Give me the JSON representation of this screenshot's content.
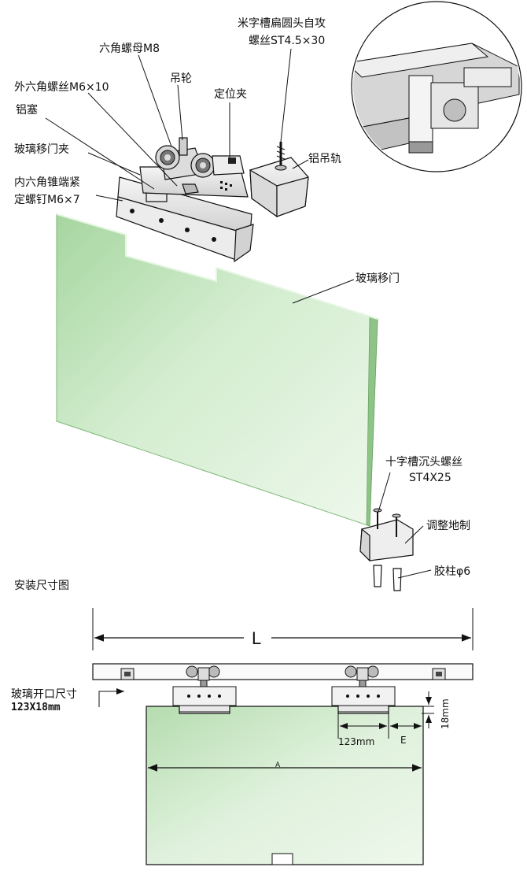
{
  "labels": {
    "screw_top_line1": "米字槽扁圆头自攻",
    "screw_top_line2": "螺丝ST4.5×30",
    "hex_nut": "六角螺母M8",
    "pulley": "吊轮",
    "hex_screw": "外六角螺丝M6×10",
    "positioning_clip": "定位夹",
    "aluminum_plug": "铝塞",
    "aluminum_rail": "铝吊轨",
    "glass_clip": "玻璃移门夹",
    "set_screw_line1": "内六角锥端紧",
    "set_screw_line2": "定螺钉M6×7",
    "glass_door": "玻璃移门",
    "cross_screw_line1": "十字槽沉头螺丝",
    "cross_screw_line2": "ST4X25",
    "floor_guide": "调整地制",
    "plastic_anchor": "胶柱φ6",
    "install_title": "安装尺寸图",
    "dim_L": "L",
    "glass_opening_line1": "玻璃开口尺寸",
    "glass_opening_line2": "123X18mm",
    "dim_123": "123mm",
    "dim_E": "E",
    "dim_18": "18mm",
    "dim_A": "A"
  },
  "colors": {
    "glass_light": "#e8f5e6",
    "glass_mid": "#c9e8c5",
    "glass_dark": "#a6d6a0",
    "metal": "#e4e4e4",
    "line": "#111111"
  }
}
